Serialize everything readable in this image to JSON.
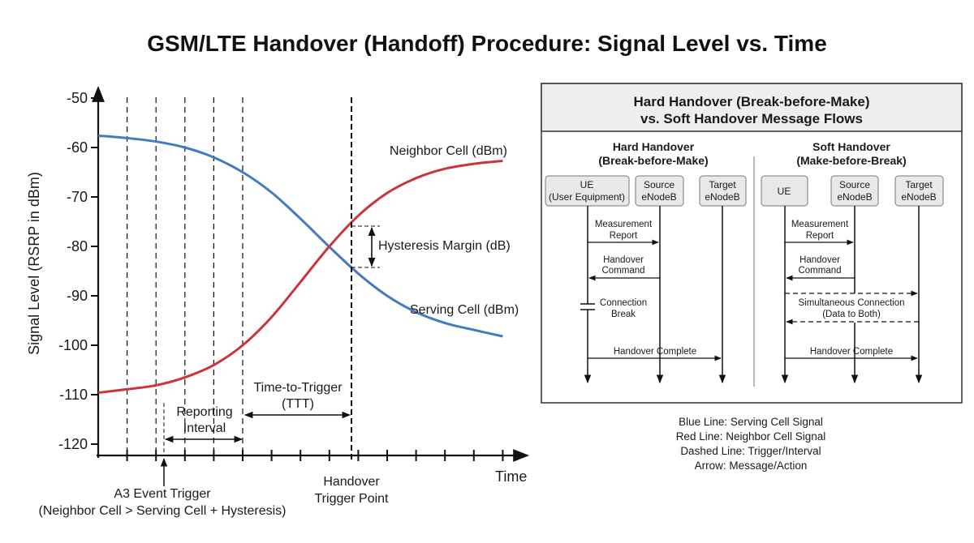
{
  "title": "GSM/LTE Handover (Handoff) Procedure: Signal Level vs. Time",
  "colors": {
    "serving": "#3f7cc0",
    "neighbor": "#c9343d",
    "panel_header": "#eeeeee",
    "box_fill": "#e8e8e8"
  },
  "chart_data": {
    "type": "line",
    "ylabel": "Signal Level (RSRP in dBm)",
    "xlabel": "Time",
    "ylim": [
      -120,
      -50
    ],
    "yticks": [
      "-50",
      "-60",
      "-70",
      "-80",
      "-90",
      "-100",
      "-110",
      "-120"
    ],
    "ytick_values": [
      -50,
      -60,
      -70,
      -80,
      -90,
      -100,
      -110,
      -120
    ],
    "x": [
      0,
      1,
      2,
      3,
      4,
      5,
      6,
      7,
      8,
      9,
      10,
      11,
      12,
      13,
      14
    ],
    "series": [
      {
        "name": "Serving Cell (dBm)",
        "color": "#3f7cc0",
        "values": [
          -57.6,
          -58.1,
          -58.8,
          -60.0,
          -62.0,
          -65.0,
          -69.1,
          -74.4,
          -80.1,
          -85.5,
          -90.0,
          -93.3,
          -95.5,
          -96.9,
          -98.2
        ]
      },
      {
        "name": "Neighbor Cell (dBm)",
        "color": "#c9343d",
        "values": [
          -109.6,
          -108.9,
          -108.1,
          -106.5,
          -104.0,
          -100.0,
          -94.3,
          -87.2,
          -80.0,
          -73.8,
          -69.2,
          -66.2,
          -64.3,
          -63.3,
          -62.7
        ]
      }
    ],
    "time_ticks": [
      1,
      2,
      3,
      4,
      5,
      6,
      7,
      8,
      9,
      10,
      11,
      12,
      13,
      14
    ],
    "interval_lines": [
      1,
      2,
      3,
      4,
      5
    ],
    "a3_event_time": 2.3,
    "handover_time": 8.8,
    "annotations": {
      "hysteresis": "Hysteresis Margin (dB)",
      "ttt_line1": "Time-to-Trigger",
      "ttt_line2": "(TTT)",
      "reporting_line1": "Reporting",
      "reporting_line2": "Interval",
      "a3_line1": "A3 Event Trigger",
      "a3_line2": "(Neighbor Cell > Serving Cell + Hysteresis)",
      "handover_line1": "Handover",
      "handover_line2": "Trigger Point"
    }
  },
  "panel": {
    "title_line1": "Hard Handover (Break-before-Make)",
    "title_line2": "vs. Soft Handover Message Flows",
    "hard": {
      "title_line1": "Hard Handover",
      "title_line2": "(Break-before-Make)",
      "ue_line1": "UE",
      "ue_line2": "(User Equipment)",
      "source_line1": "Source",
      "source_line2": "eNodeB",
      "target_line1": "Target",
      "target_line2": "eNodeB",
      "msg_meas1": "Measurement",
      "msg_meas2": "Report",
      "msg_cmd1": "Handover",
      "msg_cmd2": "Command",
      "msg_break1": "Connection",
      "msg_break2": "Break",
      "msg_complete": "Handover Complete"
    },
    "soft": {
      "title_line1": "Soft Handover",
      "title_line2": "(Make-before-Break)",
      "ue": "UE",
      "source_line1": "Source",
      "source_line2": "eNodeB",
      "target_line1": "Target",
      "target_line2": "eNodeB",
      "msg_meas1": "Measurement",
      "msg_meas2": "Report",
      "msg_cmd1": "Handover",
      "msg_cmd2": "Command",
      "msg_sim1": "Simultaneous Connection",
      "msg_sim2": "(Data to Both)",
      "msg_complete": "Handover Complete"
    }
  },
  "legend": [
    "Blue Line: Serving Cell Signal",
    "Red Line: Neighbor Cell Signal",
    "Dashed Line: Trigger/Interval",
    "Arrow: Message/Action"
  ]
}
